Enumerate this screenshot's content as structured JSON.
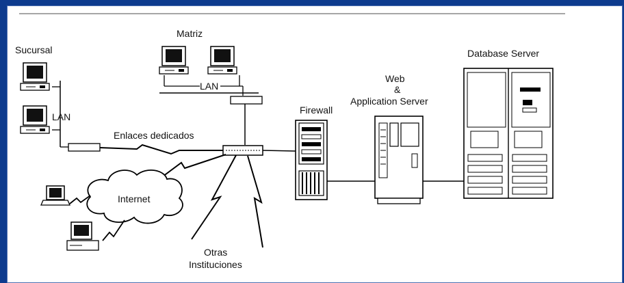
{
  "labels": {
    "sucursal": "Sucursal",
    "matriz": "Matriz",
    "lan_sucursal": "LAN",
    "lan_matriz": "LAN",
    "enlaces": "Enlaces dedicados",
    "internet": "Internet",
    "firewall": "Firewall",
    "web_line1": "Web",
    "web_line2": "&",
    "web_line3": "Application Server",
    "database": "Database Server",
    "otras_line1": "Otras",
    "otras_line2": "Instituciones"
  },
  "colors": {
    "frame": "#0d3b8e",
    "panel": "#ffffff",
    "line": "#000000",
    "rule": "#888888"
  }
}
